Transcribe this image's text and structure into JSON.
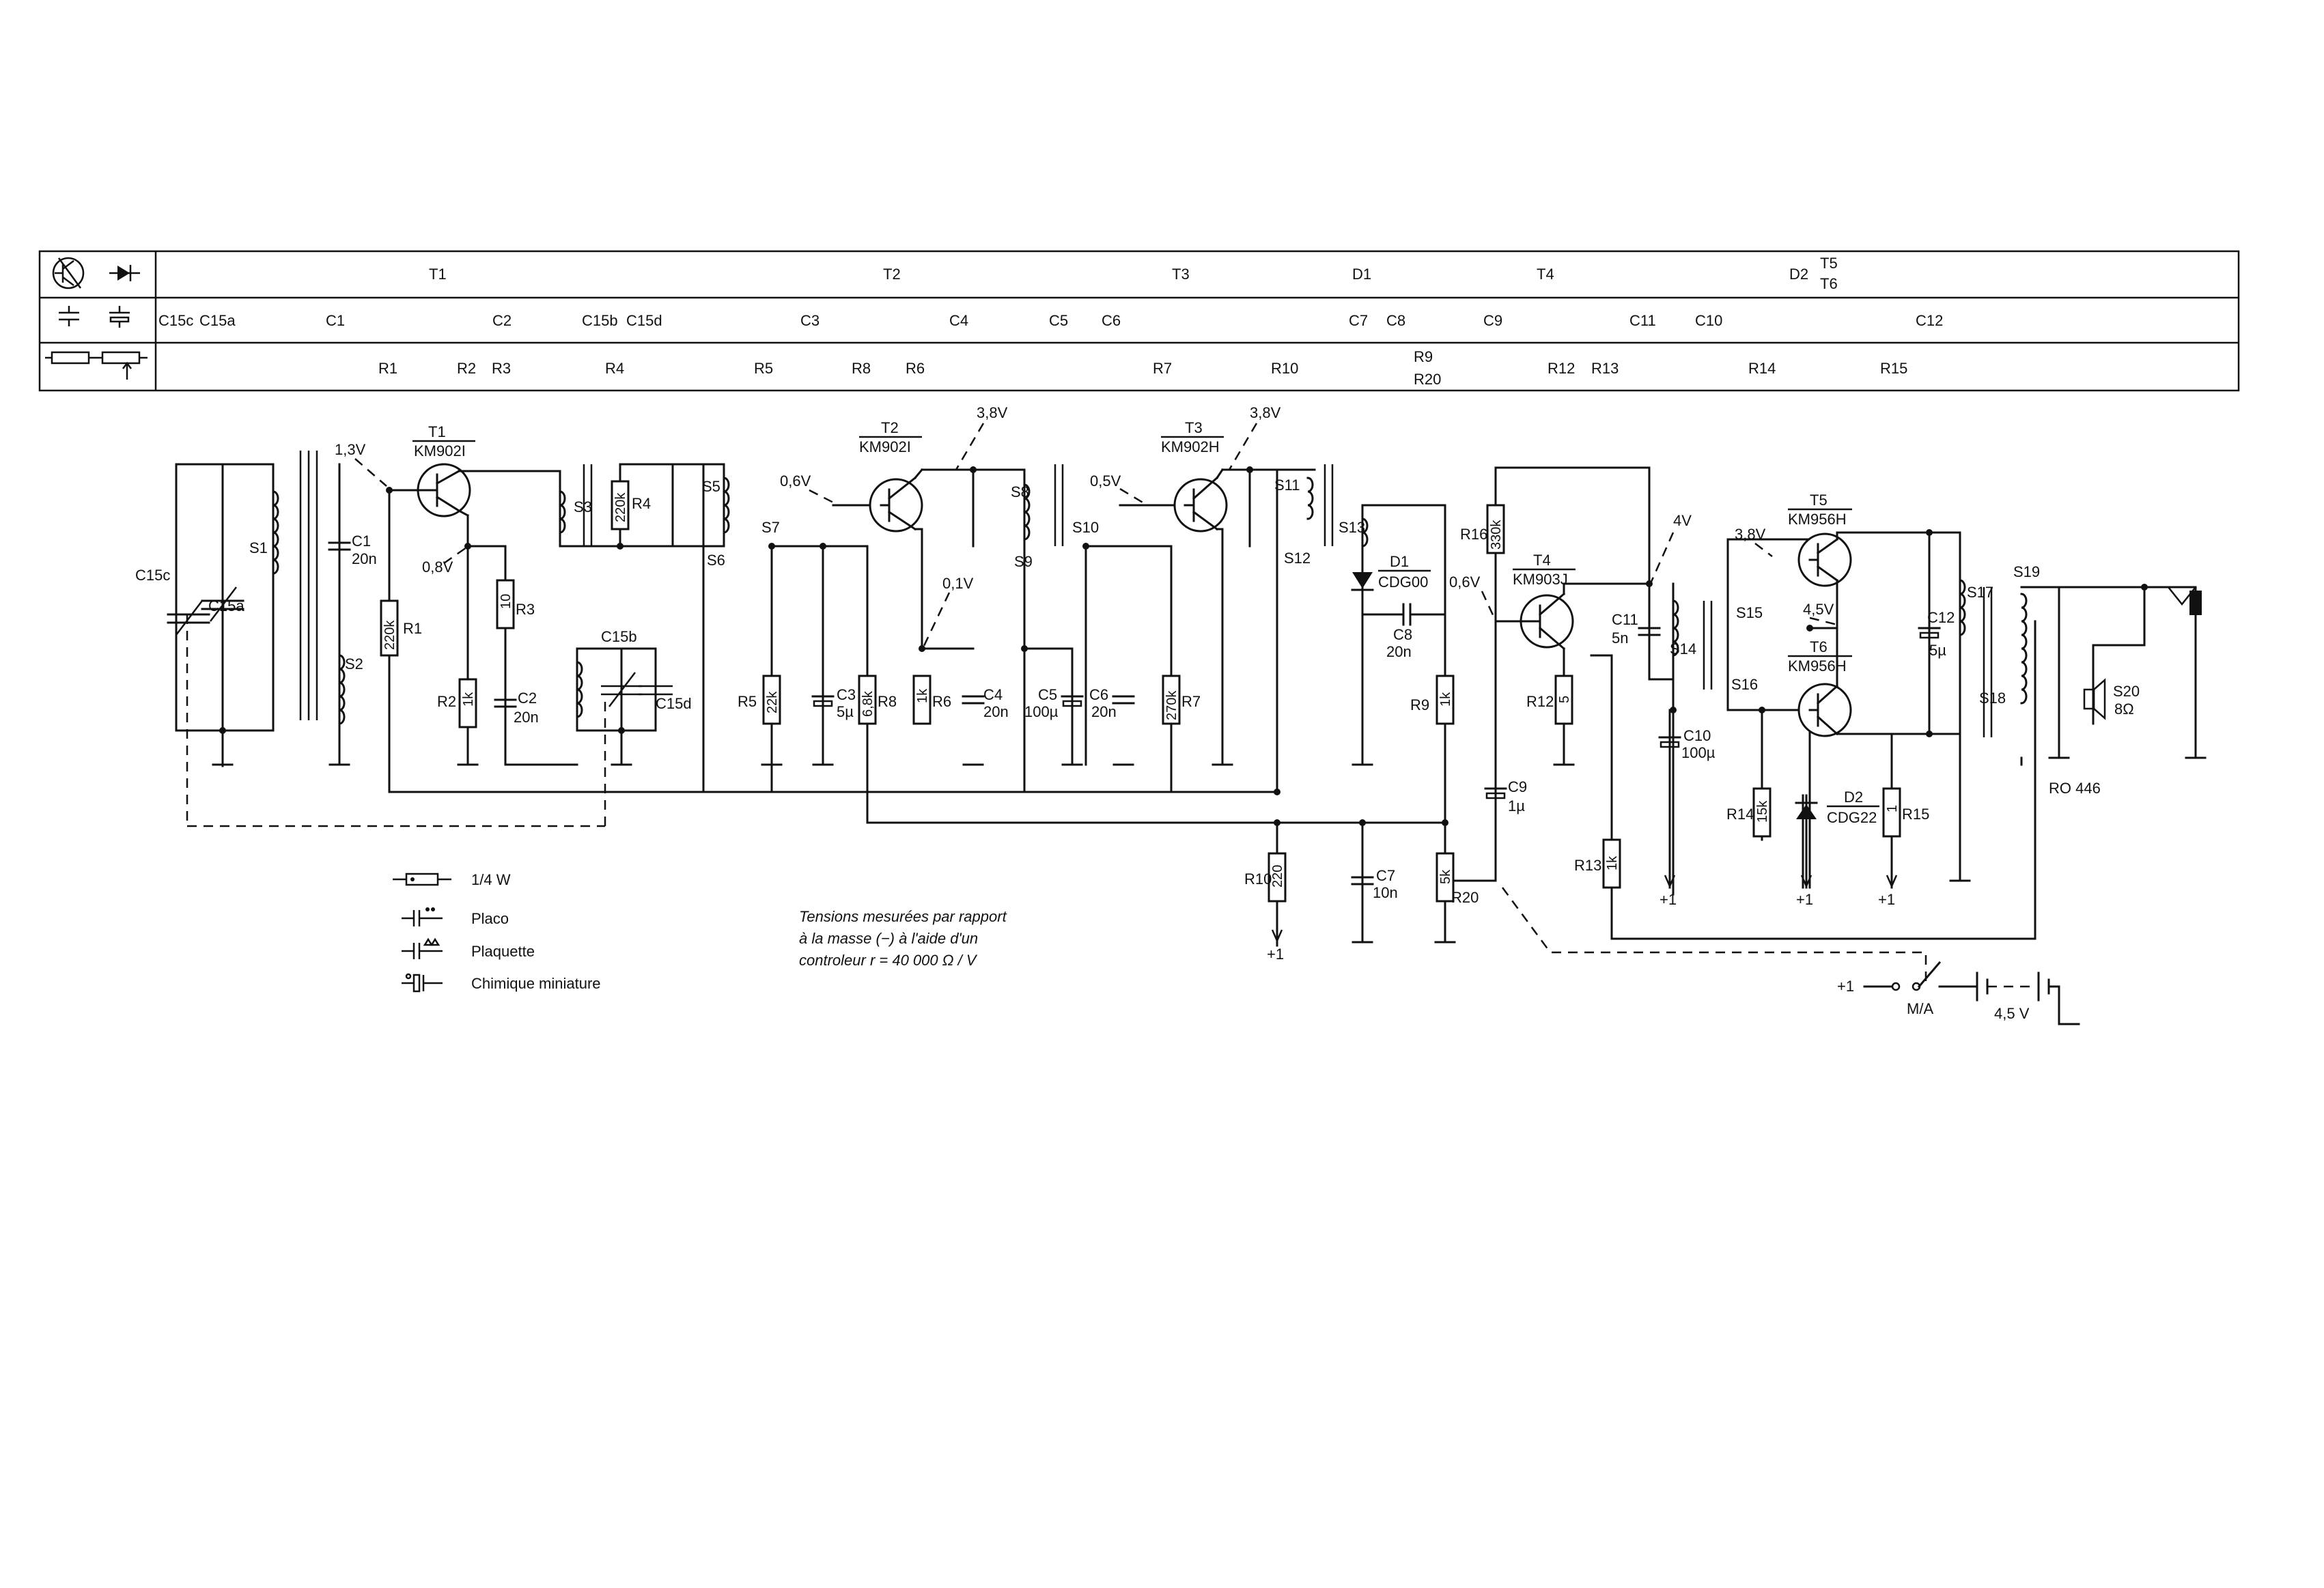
{
  "strip": {
    "row1": [
      "T1",
      "T2",
      "T3",
      "D1",
      "T4",
      "D2",
      "T5",
      "T6"
    ],
    "row2": [
      "C15c",
      "C15a",
      "C1",
      "C2",
      "C15b",
      "C15d",
      "C3",
      "C4",
      "C5",
      "C6",
      "C7",
      "C8",
      "C9",
      "C11",
      "C10",
      "C12"
    ],
    "row3": [
      "R1",
      "R2",
      "R3",
      "R4",
      "R5",
      "R8",
      "R6",
      "R7",
      "R10",
      "R9",
      "R20",
      "R12",
      "R13",
      "R14",
      "R15"
    ]
  },
  "transistors": [
    {
      "ref": "T1",
      "type": "KM902I"
    },
    {
      "ref": "T2",
      "type": "KM902I"
    },
    {
      "ref": "T3",
      "type": "KM902H"
    },
    {
      "ref": "T4",
      "type": "KM903J"
    },
    {
      "ref": "T5",
      "type": "KM956H"
    },
    {
      "ref": "T6",
      "type": "KM956H"
    }
  ],
  "diodes": [
    {
      "ref": "D1",
      "type": "CDG00"
    },
    {
      "ref": "D2",
      "type": "CDG22"
    }
  ],
  "resistors": [
    {
      "ref": "R1",
      "value": "220k"
    },
    {
      "ref": "R2",
      "value": "1k"
    },
    {
      "ref": "R3",
      "value": "10"
    },
    {
      "ref": "R4",
      "value": "220k"
    },
    {
      "ref": "R5",
      "value": "22k"
    },
    {
      "ref": "R8",
      "value": "6,8k"
    },
    {
      "ref": "R6",
      "value": "1k"
    },
    {
      "ref": "R7",
      "value": "270k"
    },
    {
      "ref": "R10",
      "value": "220"
    },
    {
      "ref": "R9",
      "value": "1k"
    },
    {
      "ref": "R20",
      "value": "5k"
    },
    {
      "ref": "R16",
      "value": "330k"
    },
    {
      "ref": "R12",
      "value": "5"
    },
    {
      "ref": "R13",
      "value": "1k"
    },
    {
      "ref": "R14",
      "value": "15k"
    },
    {
      "ref": "R15",
      "value": "1"
    }
  ],
  "capacitors": [
    {
      "ref": "C1",
      "value": "20n"
    },
    {
      "ref": "C2",
      "value": "20n"
    },
    {
      "ref": "C3",
      "value": "5µ"
    },
    {
      "ref": "C4",
      "value": "20n"
    },
    {
      "ref": "C5",
      "value": "100µ"
    },
    {
      "ref": "C6",
      "value": "20n"
    },
    {
      "ref": "C7",
      "value": "10n"
    },
    {
      "ref": "C8",
      "value": "20n"
    },
    {
      "ref": "C9",
      "value": "1µ"
    },
    {
      "ref": "C10",
      "value": "100µ"
    },
    {
      "ref": "C11",
      "value": "5n"
    },
    {
      "ref": "C12",
      "value": "5µ"
    }
  ],
  "tuning": [
    "C15c",
    "C15a",
    "C15b",
    "C15d"
  ],
  "windings": [
    "S1",
    "S2",
    "S3",
    "S5",
    "S6",
    "S7",
    "S8",
    "S9",
    "S10",
    "S11",
    "S12",
    "S13",
    "S14",
    "S15",
    "S16",
    "S17",
    "S18",
    "S19"
  ],
  "voltages": {
    "t1_base": "1,3V",
    "t1_emitter": "0,8V",
    "t2_base": "0,6V",
    "t2_collector": "3,8V",
    "t2_emitter": "0,1V",
    "t3_base": "0,5V",
    "t3_collector": "3,8V",
    "t4_base": "0,6V",
    "t4_collector": "4V",
    "t5_base": "3,8V",
    "t5_mid": "4,5V"
  },
  "supply_labels": {
    "r10": "+1",
    "c10": "+1",
    "d2": "+1",
    "r15": "+1",
    "switch": "+1"
  },
  "speaker": {
    "ref": "S20",
    "value": "8Ω"
  },
  "switch_label": "M/A",
  "battery_label": "4,5 V",
  "drawing_ref": "RO 446",
  "legend": {
    "resistor": "1/4 W",
    "placo": "Placo",
    "plaquette": "Plaquette",
    "chimique": "Chimique miniature"
  },
  "note": {
    "line1": "Tensions mesurées par rapport",
    "line2": "à la masse (−) à l'aide d'un",
    "line3": "controleur  r = 40 000 Ω / V"
  }
}
